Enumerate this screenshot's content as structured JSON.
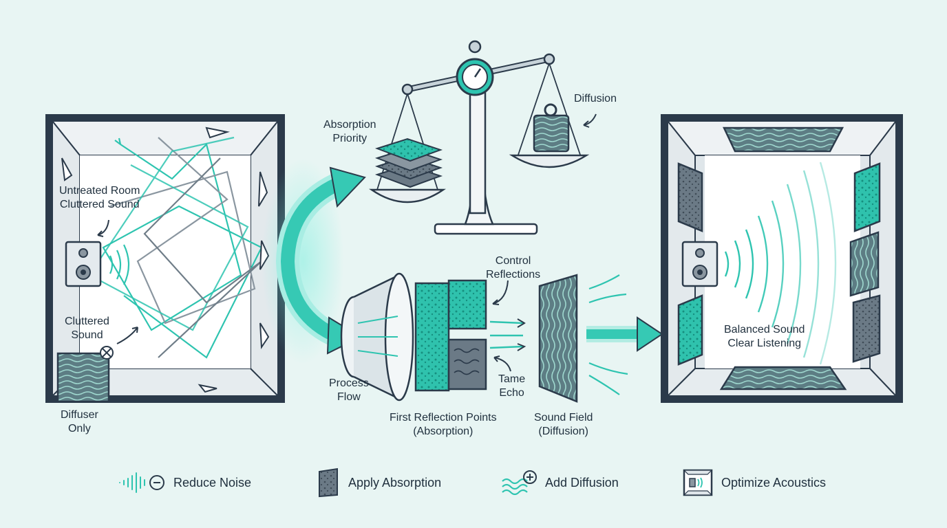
{
  "labels": {
    "untreated_room": [
      "Untreated Room",
      "Cluttered Sound"
    ],
    "cluttered_sound": [
      "Cluttered",
      "Sound"
    ],
    "diffuser_only": [
      "Diffuser",
      "Only"
    ],
    "absorption_priority": [
      "Absorption",
      "Priority"
    ],
    "diffusion": "Diffusion",
    "control_reflections": [
      "Control",
      "Reflections"
    ],
    "process_flow": [
      "Process",
      "Flow"
    ],
    "tame_echo": [
      "Tame",
      "Echo"
    ],
    "first_reflection_points": [
      "First Reflection Points",
      "(Absorption)"
    ],
    "sound_field": [
      "Sound Field",
      "(Diffusion)"
    ],
    "balanced_sound": [
      "Balanced Sound",
      "Clear Listening"
    ]
  },
  "legend": [
    {
      "icon": "soundwave-minus-icon",
      "label": "Reduce Noise"
    },
    {
      "icon": "absorption-panel-icon",
      "label": "Apply Absorption"
    },
    {
      "icon": "wave-plus-icon",
      "label": "Add Diffusion"
    },
    {
      "icon": "room-speaker-icon",
      "label": "Optimize Acoustics"
    }
  ],
  "colors": {
    "teal": "#2ec4b0",
    "dark": "#2b3a4a",
    "panel_grey": "#5b6b78",
    "background": "#e8f5f3"
  }
}
